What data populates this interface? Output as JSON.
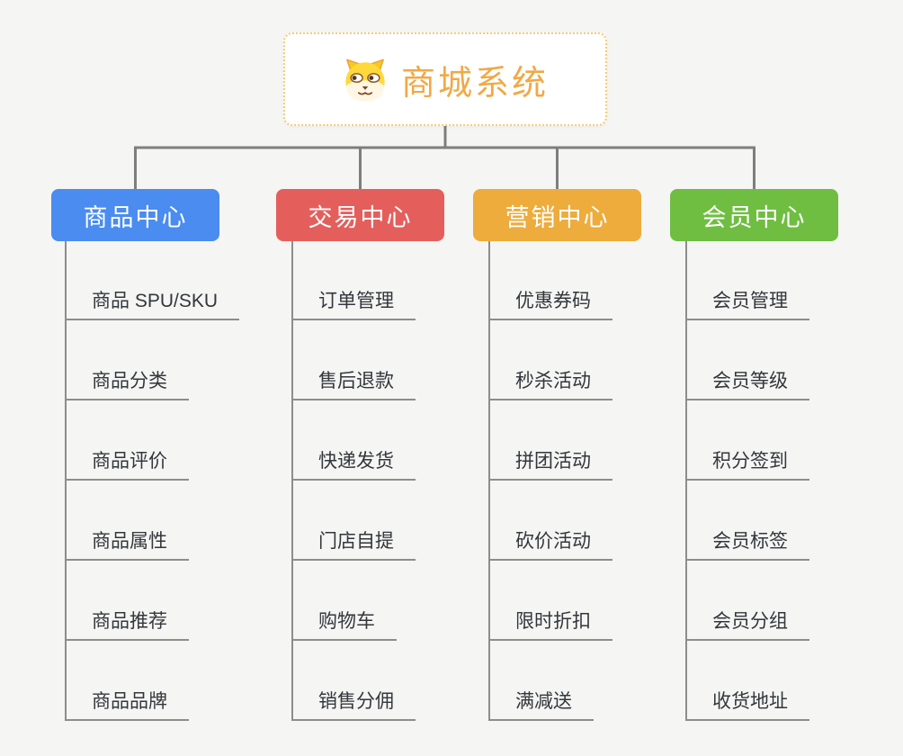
{
  "root": {
    "title": "商城系统",
    "icon": "dog-face-icon"
  },
  "branches": [
    {
      "label": "商品中心",
      "color": "#4A8CEF",
      "children": [
        "商品 SPU/SKU",
        "商品分类",
        "商品评价",
        "商品属性",
        "商品推荐",
        "商品品牌"
      ]
    },
    {
      "label": "交易中心",
      "color": "#E45F5C",
      "children": [
        "订单管理",
        "售后退款",
        "快递发货",
        "门店自提",
        "购物车",
        "销售分佣"
      ]
    },
    {
      "label": "营销中心",
      "color": "#EDAC3C",
      "children": [
        "优惠券码",
        "秒杀活动",
        "拼团活动",
        "砍价活动",
        "限时折扣",
        "满减送"
      ]
    },
    {
      "label": "会员中心",
      "color": "#6FBE42",
      "children": [
        "会员管理",
        "会员等级",
        "积分签到",
        "会员标签",
        "会员分组",
        "收货地址"
      ]
    }
  ],
  "colors": {
    "background": "#F5F5F4",
    "connector": "#7E7E7E",
    "child_underline": "#8D8D8D",
    "root_text": "#F0A945",
    "root_border": "#F6CB74",
    "child_text": "#33373B"
  }
}
